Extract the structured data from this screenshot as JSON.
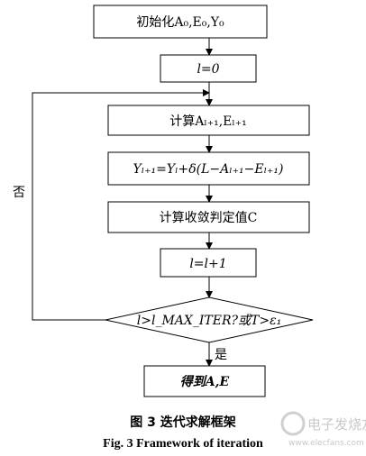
{
  "diagram": {
    "nodes": {
      "init": "初始化A₀,E₀,Y₀",
      "set_l": "l=0",
      "compute_AE": "计算Aₗ₊₁,Eₗ₊₁",
      "update_Y": "Yₗ₊₁=Yₗ+δ(L−Aₗ₊₁−Eₗ₊₁)",
      "compute_C": "计算收敛判定值C",
      "increment": "l=l+1",
      "decision": "l>l_MAX_ITER?或T>ε₁",
      "output": "得到A,E"
    },
    "edge_labels": {
      "no": "否",
      "yes": "是"
    }
  },
  "caption": {
    "cn": "图 3    迭代求解框架",
    "en": "Fig. 3    Framework of iteration"
  },
  "watermark": {
    "cn": "电子发烧友",
    "url": "www.elecfans.com"
  }
}
